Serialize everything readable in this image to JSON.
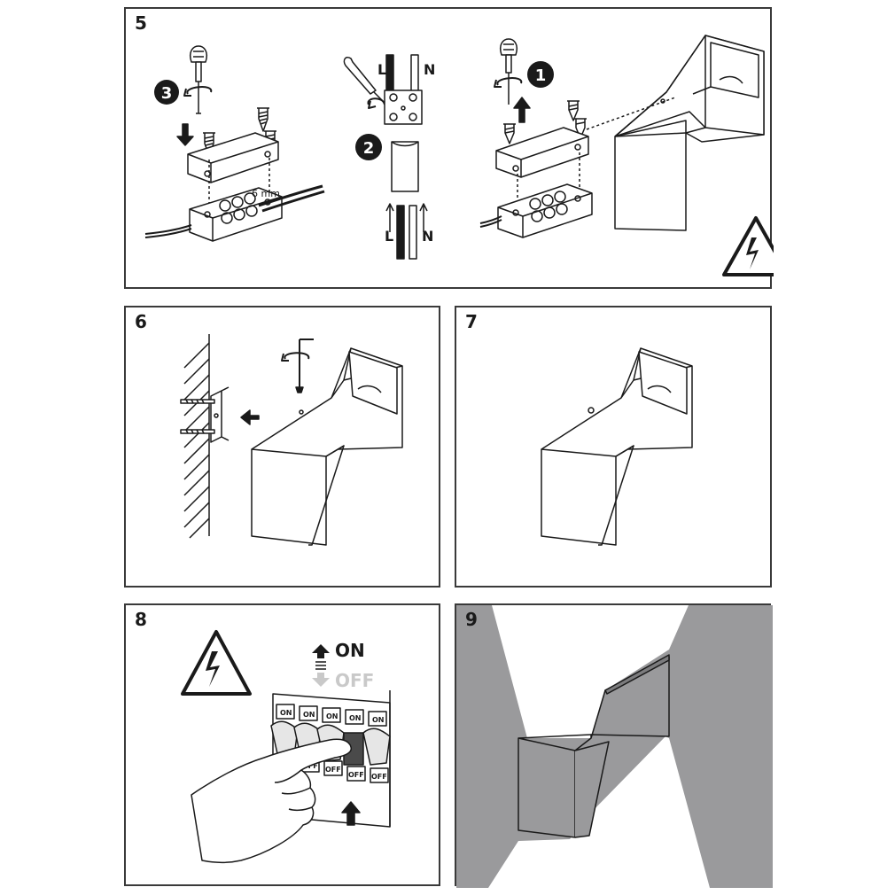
{
  "panels": {
    "p5": {
      "number": "5"
    },
    "p6": {
      "number": "6"
    },
    "p7": {
      "number": "7"
    },
    "p8": {
      "number": "8"
    },
    "p9": {
      "number": "9"
    }
  },
  "step5": {
    "step_markers": [
      "1",
      "2",
      "3"
    ],
    "wire_strip_length": "6 mm",
    "wire_labels": {
      "live": "L",
      "neutral": "N"
    }
  },
  "step8": {
    "on_label": "ON",
    "off_label": "OFF",
    "switch_on": "ON",
    "switch_off": "OFF"
  },
  "colors": {
    "line": "#1a1a1a",
    "wall_light_gray": "#9a9a9c",
    "off_gray": "#c9c9c9"
  }
}
